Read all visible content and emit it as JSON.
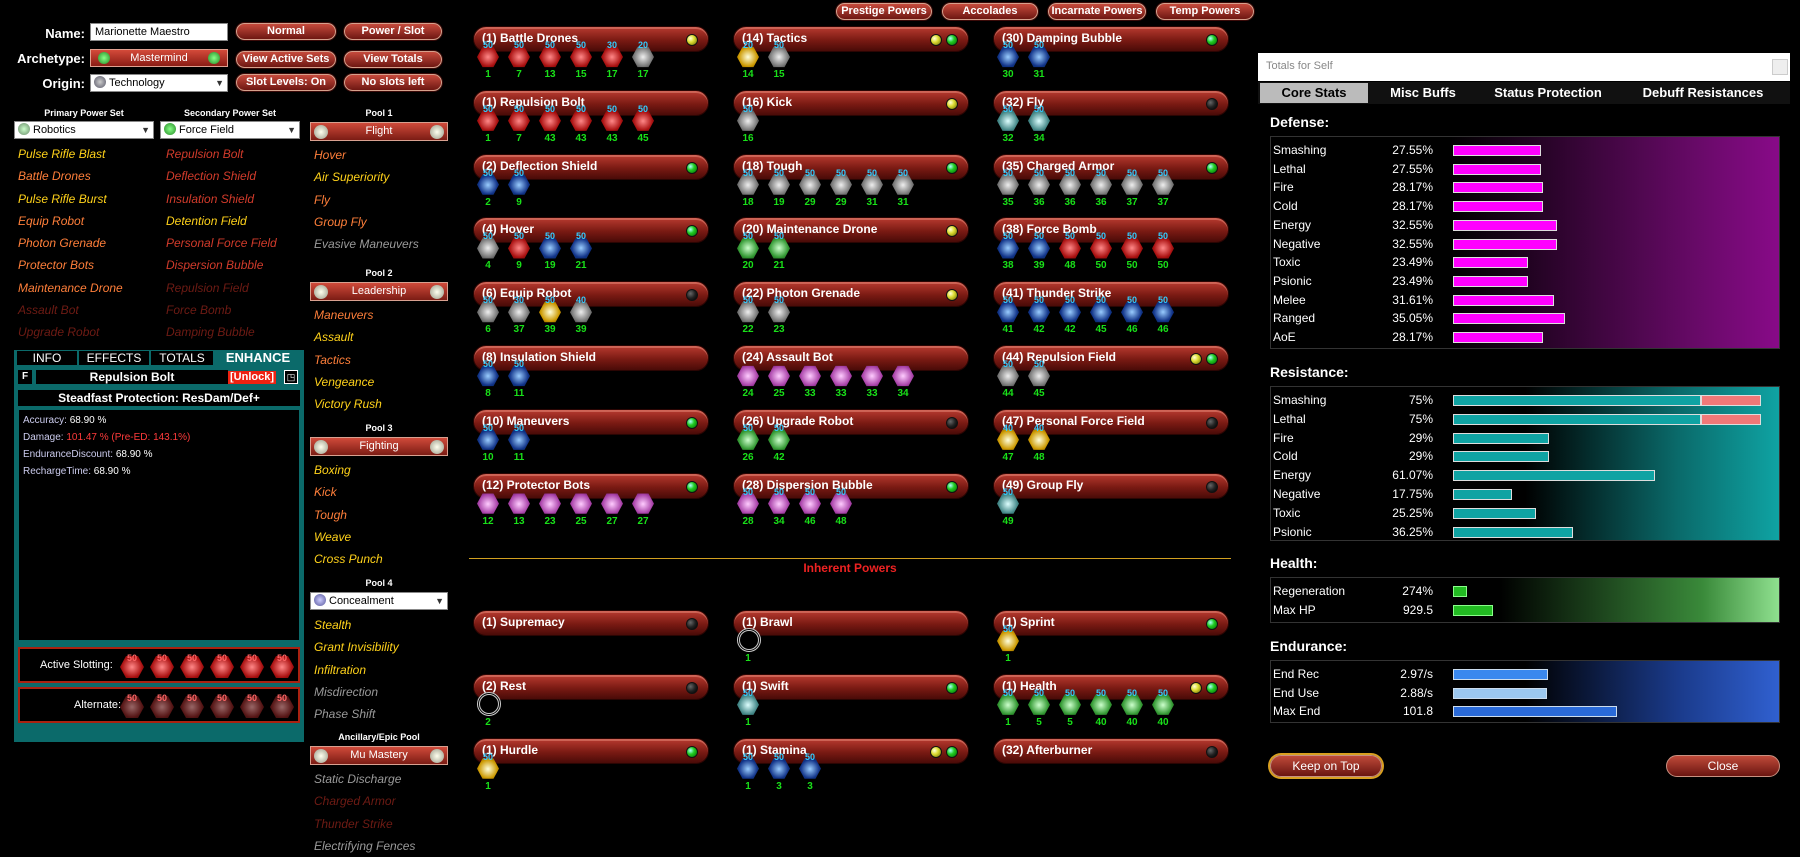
{
  "header": {
    "name_label": "Name:",
    "name_value": "Marionette Maestro",
    "archetype_label": "Archetype:",
    "archetype_value": "Mastermind",
    "origin_label": "Origin:",
    "origin_value": "Technology",
    "btn_normal": "Normal",
    "btn_power_slot": "Power / Slot",
    "btn_view_active_sets": "View Active Sets",
    "btn_view_totals": "View Totals",
    "btn_slot_levels": "Slot Levels: On",
    "btn_no_slots": "No slots left"
  },
  "top_buttons": [
    "Prestige Powers",
    "Accolades",
    "Incarnate Powers",
    "Temp Powers"
  ],
  "primary": {
    "label": "Primary Power Set",
    "value": "Robotics",
    "powers": [
      {
        "n": "Pulse Rifle Blast",
        "c": "y"
      },
      {
        "n": "Battle Drones",
        "c": "o"
      },
      {
        "n": "Pulse Rifle Burst",
        "c": "y"
      },
      {
        "n": "Equip Robot",
        "c": "o"
      },
      {
        "n": "Photon Grenade",
        "c": "o"
      },
      {
        "n": "Protector Bots",
        "c": "o"
      },
      {
        "n": "Maintenance Drone",
        "c": "o"
      },
      {
        "n": "Assault Bot",
        "c": "dr"
      },
      {
        "n": "Upgrade Robot",
        "c": "dr"
      }
    ]
  },
  "secondary": {
    "label": "Secondary Power Set",
    "value": "Force Field",
    "powers": [
      {
        "n": "Repulsion Bolt",
        "c": "r"
      },
      {
        "n": "Deflection Shield",
        "c": "r"
      },
      {
        "n": "Insulation Shield",
        "c": "r"
      },
      {
        "n": "Detention Field",
        "c": "y"
      },
      {
        "n": "Personal Force Field",
        "c": "r"
      },
      {
        "n": "Dispersion Bubble",
        "c": "r"
      },
      {
        "n": "Repulsion Field",
        "c": "dr"
      },
      {
        "n": "Force Bomb",
        "c": "dr"
      },
      {
        "n": "Damping Bubble",
        "c": "dr"
      }
    ]
  },
  "pools": [
    {
      "label": "Pool 1",
      "value": "Flight",
      "powers": [
        {
          "n": "Hover",
          "c": "o"
        },
        {
          "n": "Air Superiority",
          "c": "y"
        },
        {
          "n": "Fly",
          "c": "o"
        },
        {
          "n": "Group Fly",
          "c": "o"
        },
        {
          "n": "Evasive Maneuvers",
          "c": "g"
        }
      ]
    },
    {
      "label": "Pool 2",
      "value": "Leadership",
      "powers": [
        {
          "n": "Maneuvers",
          "c": "o"
        },
        {
          "n": "Assault",
          "c": "y"
        },
        {
          "n": "Tactics",
          "c": "o"
        },
        {
          "n": "Vengeance",
          "c": "y"
        },
        {
          "n": "Victory Rush",
          "c": "y"
        }
      ]
    },
    {
      "label": "Pool 3",
      "value": "Fighting",
      "powers": [
        {
          "n": "Boxing",
          "c": "y"
        },
        {
          "n": "Kick",
          "c": "o"
        },
        {
          "n": "Tough",
          "c": "o"
        },
        {
          "n": "Weave",
          "c": "y"
        },
        {
          "n": "Cross Punch",
          "c": "y"
        }
      ]
    },
    {
      "label": "Pool 4",
      "value": "Concealment",
      "powers": [
        {
          "n": "Stealth",
          "c": "y"
        },
        {
          "n": "Grant Invisibility",
          "c": "y"
        },
        {
          "n": "Infiltration",
          "c": "y"
        },
        {
          "n": "Misdirection",
          "c": "g"
        },
        {
          "n": "Phase Shift",
          "c": "g"
        }
      ]
    },
    {
      "label": "Ancillary/Epic Pool",
      "value": "Mu Mastery",
      "powers": [
        {
          "n": "Static Discharge",
          "c": "g"
        },
        {
          "n": "Charged Armor",
          "c": "dr"
        },
        {
          "n": "Thunder Strike",
          "c": "dr"
        },
        {
          "n": "Electrifying Fences",
          "c": "g"
        }
      ]
    }
  ],
  "info": {
    "tabs": [
      "INFO",
      "EFFECTS",
      "TOTALS",
      "ENHANCE"
    ],
    "f": "F",
    "power": "Repulsion Bolt",
    "unlock": "[Unlock]",
    "enh_title": "Steadfast Protection: ResDam/Def+",
    "lines": [
      {
        "k": "Accuracy:",
        "v": "68.90 %",
        "red": false
      },
      {
        "k": "Damage:",
        "v": "101.47 % (Pre-ED: 143.1%)",
        "red": true
      },
      {
        "k": "EnduranceDiscount:",
        "v": "68.90 %",
        "red": false
      },
      {
        "k": "RechargeTime:",
        "v": "68.90 %",
        "red": false
      }
    ],
    "active_slotting": "Active Slotting:",
    "alternate": "Alternate:",
    "slot_level": "50"
  },
  "columns": [
    [
      {
        "t": "(1) Battle Drones",
        "leds": [
          "y"
        ],
        "slots": [
          [
            "red",
            "1"
          ],
          [
            "red",
            "7"
          ],
          [
            "red",
            "13"
          ],
          [
            "red",
            "15"
          ],
          [
            "red",
            "17",
            "30"
          ],
          [
            "gray",
            "17",
            "20"
          ]
        ]
      },
      {
        "t": "(1) Repulsion Bolt",
        "leds": [],
        "slots": [
          [
            "red",
            "1"
          ],
          [
            "red",
            "7"
          ],
          [
            "red",
            "43"
          ],
          [
            "red",
            "43"
          ],
          [
            "red",
            "43"
          ],
          [
            "red",
            "45"
          ]
        ]
      },
      {
        "t": "(2) Deflection Shield",
        "leds": [
          "g"
        ],
        "slots": [
          [
            "blue",
            "2"
          ],
          [
            "blue",
            "9"
          ]
        ]
      },
      {
        "t": "(4) Hover",
        "leds": [
          "g"
        ],
        "slots": [
          [
            "gray",
            "4"
          ],
          [
            "red",
            "9"
          ],
          [
            "blue",
            "19"
          ],
          [
            "blue",
            "21"
          ]
        ]
      },
      {
        "t": "(6) Equip Robot",
        "leds": [
          "k"
        ],
        "slots": [
          [
            "gray",
            "6"
          ],
          [
            "gray",
            "37",
            "30"
          ],
          [
            "gold",
            "39"
          ],
          [
            "gray",
            "39",
            "40"
          ]
        ]
      },
      {
        "t": "(8) Insulation Shield",
        "leds": [],
        "slots": [
          [
            "blue",
            "8"
          ],
          [
            "blue",
            "11"
          ]
        ]
      },
      {
        "t": "(10) Maneuvers",
        "leds": [
          "g"
        ],
        "slots": [
          [
            "blue",
            "10"
          ],
          [
            "blue",
            "11"
          ]
        ]
      },
      {
        "t": "(12) Protector Bots",
        "leds": [
          "g"
        ],
        "slots": [
          [
            "pink",
            "12",
            ""
          ],
          [
            "pink",
            "13",
            ""
          ],
          [
            "pink",
            "23",
            ""
          ],
          [
            "pink",
            "25",
            ""
          ],
          [
            "pink",
            "27",
            ""
          ],
          [
            "pink",
            "27",
            ""
          ]
        ]
      }
    ],
    [
      {
        "t": "(14) Tactics",
        "leds": [
          "y",
          "g"
        ],
        "slots": [
          [
            "gold",
            "14",
            "20"
          ],
          [
            "gray",
            "15"
          ]
        ]
      },
      {
        "t": "(16) Kick",
        "leds": [
          "y"
        ],
        "slots": [
          [
            "gray",
            "16"
          ]
        ]
      },
      {
        "t": "(18) Tough",
        "leds": [
          "g"
        ],
        "slots": [
          [
            "gray",
            "18"
          ],
          [
            "gray",
            "19"
          ],
          [
            "gray",
            "29"
          ],
          [
            "gray",
            "29"
          ],
          [
            "gray",
            "31"
          ],
          [
            "gray",
            "31"
          ]
        ]
      },
      {
        "t": "(20) Maintenance Drone",
        "leds": [
          "y"
        ],
        "slots": [
          [
            "green",
            "20"
          ],
          [
            "green",
            "21"
          ]
        ]
      },
      {
        "t": "(22) Photon Grenade",
        "leds": [
          "y"
        ],
        "slots": [
          [
            "gray",
            "22"
          ],
          [
            "gray",
            "23"
          ]
        ]
      },
      {
        "t": "(24) Assault Bot",
        "leds": [],
        "slots": [
          [
            "pink",
            "24",
            ""
          ],
          [
            "pink",
            "25",
            ""
          ],
          [
            "pink",
            "33",
            ""
          ],
          [
            "pink",
            "33",
            ""
          ],
          [
            "pink",
            "33",
            ""
          ],
          [
            "pink",
            "34",
            ""
          ]
        ]
      },
      {
        "t": "(26) Upgrade Robot",
        "leds": [
          "k"
        ],
        "slots": [
          [
            "green",
            "26"
          ],
          [
            "green",
            "42"
          ]
        ]
      },
      {
        "t": "(28) Dispersion Bubble",
        "leds": [
          "g"
        ],
        "slots": [
          [
            "pink",
            "28"
          ],
          [
            "pink",
            "34"
          ],
          [
            "pink",
            "46"
          ],
          [
            "pink",
            "48"
          ]
        ]
      }
    ],
    [
      {
        "t": "(30) Damping Bubble",
        "leds": [
          "g"
        ],
        "slots": [
          [
            "blue",
            "30"
          ],
          [
            "blue",
            "31"
          ]
        ]
      },
      {
        "t": "(32) Fly",
        "leds": [
          "k"
        ],
        "slots": [
          [
            "teal",
            "32"
          ],
          [
            "teal",
            "34"
          ]
        ]
      },
      {
        "t": "(35) Charged Armor",
        "leds": [
          "g"
        ],
        "slots": [
          [
            "gray",
            "35"
          ],
          [
            "gray",
            "36"
          ],
          [
            "gray",
            "36"
          ],
          [
            "gray",
            "36"
          ],
          [
            "gray",
            "37"
          ],
          [
            "gray",
            "37"
          ]
        ]
      },
      {
        "t": "(38) Force Bomb",
        "leds": [],
        "slots": [
          [
            "blue",
            "38"
          ],
          [
            "blue",
            "39"
          ],
          [
            "red",
            "48"
          ],
          [
            "red",
            "50"
          ],
          [
            "red",
            "50"
          ],
          [
            "red",
            "50"
          ]
        ]
      },
      {
        "t": "(41) Thunder Strike",
        "leds": [],
        "slots": [
          [
            "blue",
            "41"
          ],
          [
            "blue",
            "42"
          ],
          [
            "blue",
            "42"
          ],
          [
            "blue",
            "45"
          ],
          [
            "blue",
            "46"
          ],
          [
            "blue",
            "46"
          ]
        ]
      },
      {
        "t": "(44) Repulsion Field",
        "leds": [
          "y",
          "g"
        ],
        "slots": [
          [
            "gray",
            "44"
          ],
          [
            "gray",
            "45"
          ]
        ]
      },
      {
        "t": "(47) Personal Force Field",
        "leds": [
          "k"
        ],
        "slots": [
          [
            "gold",
            "47",
            "40"
          ],
          [
            "gold",
            "48",
            "40"
          ]
        ]
      },
      {
        "t": "(49) Group Fly",
        "leds": [
          "k"
        ],
        "slots": [
          [
            "teal",
            "49"
          ]
        ]
      }
    ]
  ],
  "inherent_title": "Inherent Powers",
  "inherent": [
    [
      {
        "t": "(1) Supremacy",
        "leds": [
          "k"
        ],
        "slots": []
      },
      {
        "t": "(2) Rest",
        "leds": [
          "k"
        ],
        "slots": [
          [
            "ring",
            "2"
          ]
        ]
      },
      {
        "t": "(1) Hurdle",
        "leds": [
          "g"
        ],
        "slots": [
          [
            "gold",
            "1"
          ]
        ]
      }
    ],
    [
      {
        "t": "(1) Brawl",
        "leds": [],
        "slots": [
          [
            "ring",
            "1"
          ]
        ]
      },
      {
        "t": "(1) Swift",
        "leds": [
          "g"
        ],
        "slots": [
          [
            "teal",
            "1"
          ]
        ]
      },
      {
        "t": "(1) Stamina",
        "leds": [
          "y",
          "g"
        ],
        "slots": [
          [
            "blue",
            "1"
          ],
          [
            "blue",
            "3"
          ],
          [
            "blue",
            "3"
          ]
        ]
      }
    ],
    [
      {
        "t": "(1) Sprint",
        "leds": [
          "g"
        ],
        "slots": [
          [
            "gold",
            "1"
          ]
        ]
      },
      {
        "t": "(1) Health",
        "leds": [
          "y",
          "g"
        ],
        "slots": [
          [
            "green",
            "1"
          ],
          [
            "green",
            "5"
          ],
          [
            "green",
            "5"
          ],
          [
            "green",
            "40"
          ],
          [
            "green",
            "40"
          ],
          [
            "green",
            "40"
          ]
        ]
      },
      {
        "t": "(32) Afterburner",
        "leds": [
          "k"
        ],
        "slots": []
      }
    ]
  ],
  "totals": {
    "window_title": "Totals for Self",
    "tabs": [
      "Core Stats",
      "Misc Buffs",
      "Status Protection",
      "Debuff Resistances"
    ],
    "defense_title": "Defense:",
    "defense": [
      [
        "Smashing",
        "27.55%",
        27.55
      ],
      [
        "Lethal",
        "27.55%",
        27.55
      ],
      [
        "Fire",
        "28.17%",
        28.17
      ],
      [
        "Cold",
        "28.17%",
        28.17
      ],
      [
        "Energy",
        "32.55%",
        32.55
      ],
      [
        "Negative",
        "32.55%",
        32.55
      ],
      [
        "Toxic",
        "23.49%",
        23.49
      ],
      [
        "Psionic",
        "23.49%",
        23.49
      ],
      [
        "Melee",
        "31.61%",
        31.61
      ],
      [
        "Ranged",
        "35.05%",
        35.05
      ],
      [
        "AoE",
        "28.17%",
        28.17
      ]
    ],
    "resistance_title": "Resistance:",
    "resistance": [
      [
        "Smashing",
        "75%",
        75,
        true
      ],
      [
        "Lethal",
        "75%",
        75,
        true
      ],
      [
        "Fire",
        "29%",
        29,
        false
      ],
      [
        "Cold",
        "29%",
        29,
        false
      ],
      [
        "Energy",
        "61.07%",
        61.07,
        false
      ],
      [
        "Negative",
        "17.75%",
        17.75,
        false
      ],
      [
        "Toxic",
        "25.25%",
        25.25,
        false
      ],
      [
        "Psionic",
        "36.25%",
        36.25,
        false
      ]
    ],
    "health_title": "Health:",
    "health": [
      [
        "Regeneration",
        "274%"
      ],
      [
        "Max HP",
        "929.5"
      ]
    ],
    "endurance_title": "Endurance:",
    "endurance": [
      [
        "End Rec",
        "2.97/s"
      ],
      [
        "End Use",
        "2.88/s"
      ],
      [
        "Max End",
        "101.8"
      ]
    ],
    "keep_on_top": "Keep on Top",
    "close": "Close"
  },
  "colors": {
    "defense": "#ff00ff",
    "resistance": "#0fa3a3",
    "health": "#22bb22",
    "endurance": "#2266dd"
  }
}
